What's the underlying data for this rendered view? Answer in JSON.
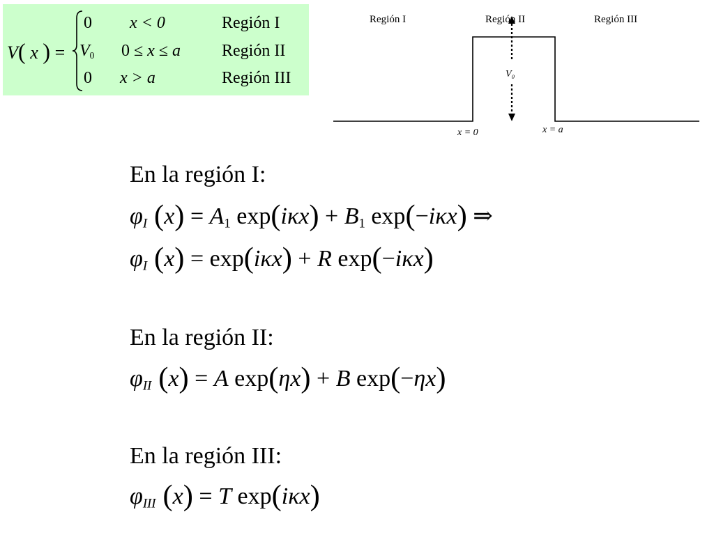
{
  "definition": {
    "lhs": "V(x) =",
    "cases": [
      {
        "value": "0",
        "condition": "x < 0",
        "region": "Región I"
      },
      {
        "value": "V₀",
        "condition": "0 ≤ x ≤ a",
        "region": "Región II"
      },
      {
        "value": "0",
        "condition": "x > a",
        "region": "Región III"
      }
    ],
    "highlight_color": "#ccffcc"
  },
  "diagram": {
    "region_labels": [
      "Región I",
      "Región II",
      "Región III"
    ],
    "barrier_label": "V₀",
    "x_zero_label": "x = 0",
    "x_a_label": "x = a"
  },
  "sections": [
    {
      "heading": "En la región I:",
      "equations": [
        "φI (x) = A1 exp(iκx) + B1 exp(−iκx) ⇒",
        "φI (x) = exp(iκx) + R exp(−iκx)"
      ]
    },
    {
      "heading": "En la región II:",
      "equations": [
        "φII (x) = A exp(ηx) + B exp(−ηx)"
      ]
    },
    {
      "heading": "En la región III:",
      "equations": [
        "φIII (x) = T exp(iκx)"
      ]
    }
  ]
}
